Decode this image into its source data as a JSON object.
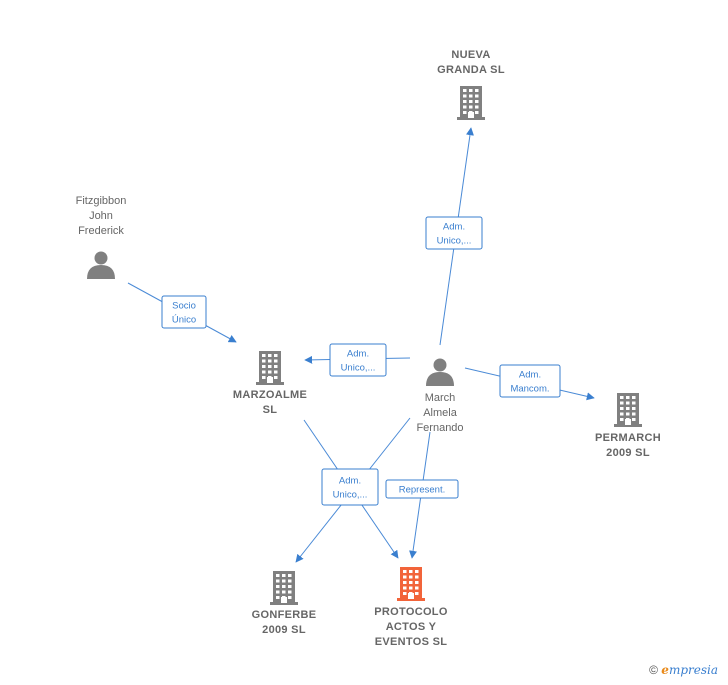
{
  "colors": {
    "node": "#808080",
    "focus_node": "#f2643a",
    "edge": "#3a7fcf"
  },
  "nodes": [
    {
      "id": "nueva",
      "type": "company",
      "label_lines": [
        "NUEVA",
        "GRANDA  SL"
      ],
      "icon": "building-icon"
    },
    {
      "id": "fitz",
      "type": "person",
      "label_lines": [
        "Fitzgibbon",
        "John",
        "Frederick"
      ],
      "icon": "person-icon"
    },
    {
      "id": "marzoalme",
      "type": "company",
      "label_lines": [
        "MARZOALME",
        "SL"
      ],
      "icon": "building-icon"
    },
    {
      "id": "march",
      "type": "person",
      "label_lines": [
        "March",
        "Almela",
        "Fernando"
      ],
      "icon": "person-icon"
    },
    {
      "id": "permarch",
      "type": "company",
      "label_lines": [
        "PERMARCH",
        "2009 SL"
      ],
      "icon": "building-icon"
    },
    {
      "id": "gonferbe",
      "type": "company",
      "label_lines": [
        "GONFERBE",
        "2009 SL"
      ],
      "icon": "building-icon"
    },
    {
      "id": "protocolo",
      "type": "company",
      "focus": true,
      "label_lines": [
        "PROTOCOLO",
        "ACTOS Y",
        "EVENTOS  SL"
      ],
      "icon": "building-icon"
    }
  ],
  "edges": [
    {
      "id": "e1",
      "from": "march",
      "to": "nueva",
      "label_lines": [
        "Adm.",
        "Unico,..."
      ]
    },
    {
      "id": "e2",
      "from": "fitz",
      "to": "marzoalme",
      "label_lines": [
        "Socio",
        "Único"
      ]
    },
    {
      "id": "e3",
      "from": "march",
      "to": "marzoalme",
      "label_lines": [
        "Adm.",
        "Unico,..."
      ]
    },
    {
      "id": "e4",
      "from": "march",
      "to": "permarch",
      "label_lines": [
        "Adm.",
        "Mancom."
      ]
    },
    {
      "id": "e5",
      "from": "march",
      "to": "gonferbe",
      "label_lines": [
        "Adm.",
        "Unico,..."
      ]
    },
    {
      "id": "e6",
      "from": "marzoalme",
      "to": "protocolo",
      "label_lines": []
    },
    {
      "id": "e7",
      "from": "march",
      "to": "protocolo",
      "label_lines": [
        "Represent."
      ]
    }
  ],
  "footer": {
    "copyright": "©",
    "brand_first": "e",
    "brand_rest": "mpresia"
  }
}
